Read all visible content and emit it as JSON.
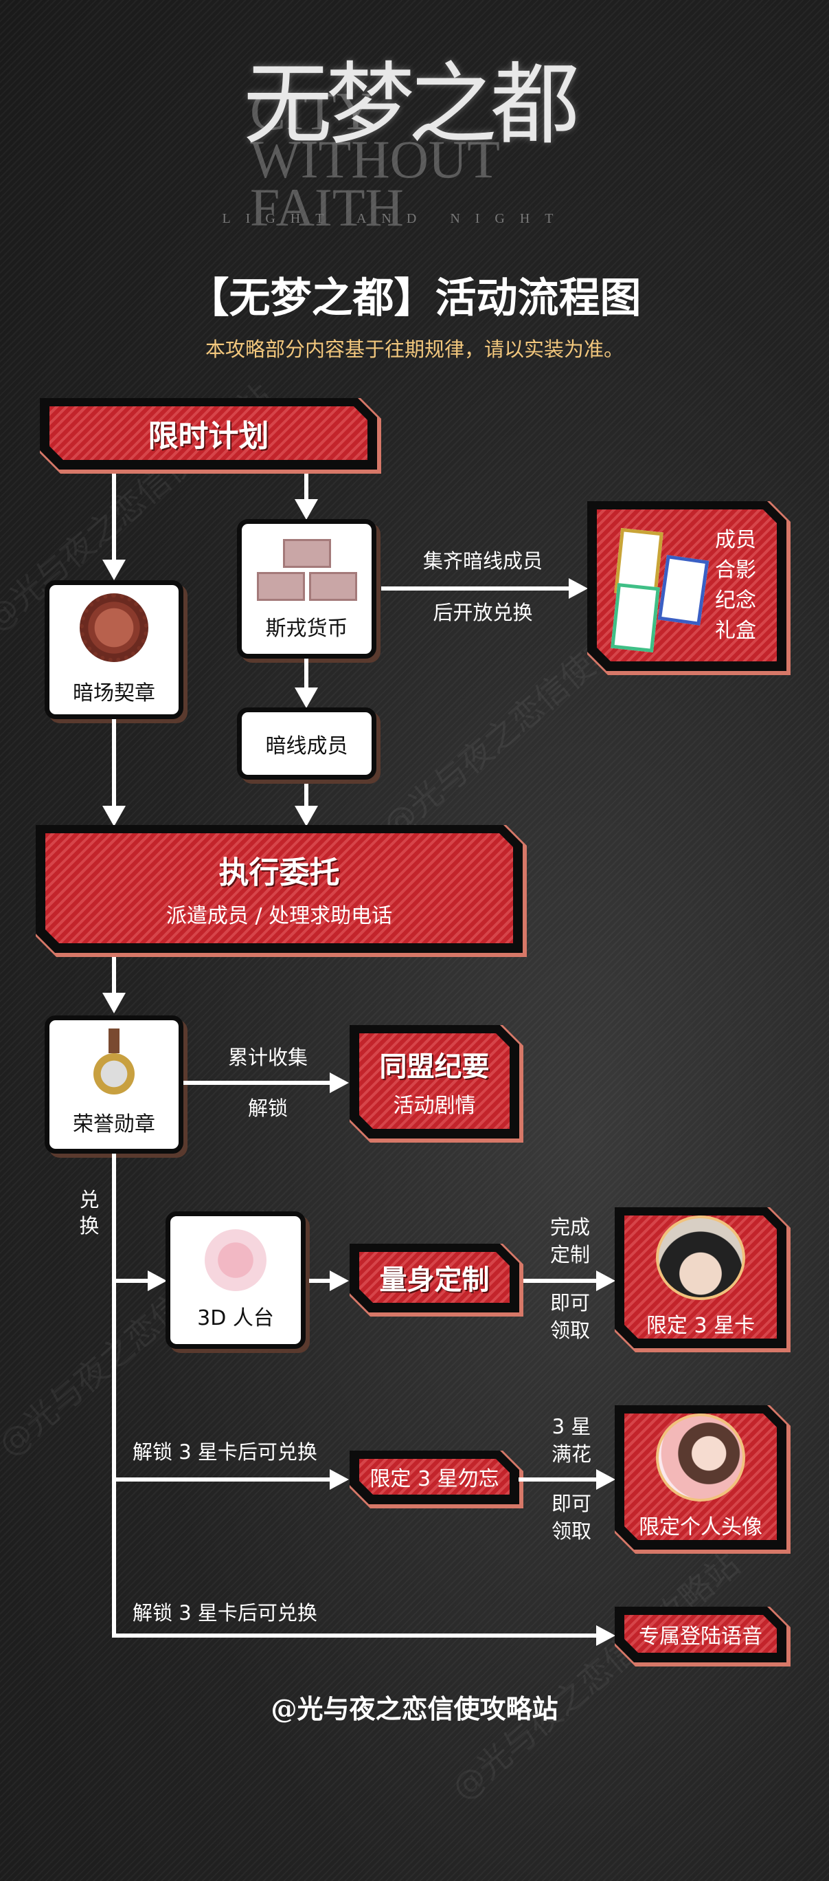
{
  "logo": {
    "cn": "无梦之都",
    "en": "CITY WITHOUT FAITH",
    "sub": "LIGHT AND NIGHT"
  },
  "header": {
    "title": "【无梦之都】活动流程图",
    "subtitle": "本攻略部分内容基于往期规律，请以实装为准。"
  },
  "nodes": {
    "plan": "限时计划",
    "badge": "暗场契章",
    "currency": "斯戎货币",
    "members": "暗线成员",
    "giftbox": [
      "成员",
      "合影",
      "纪念",
      "礼盒"
    ],
    "commission": {
      "title": "执行委托",
      "sub": "派遣成员 / 处理求助电话"
    },
    "medal": "荣誉勋章",
    "alliance": {
      "title": "同盟纪要",
      "sub": "活动剧情"
    },
    "mannequin": "3D 人台",
    "tailor": "量身定制",
    "card": "限定 3 星卡",
    "forget": "限定 3 星勿忘",
    "avatar": "限定个人头像",
    "voice": "专属登陆语音"
  },
  "edges": {
    "collect_top": "集齐暗线成员",
    "collect_bottom": "后开放兑换",
    "accum_top": "累计收集",
    "accum_bottom": "解锁",
    "exchange": [
      "兑",
      "换"
    ],
    "done_top": [
      "完成",
      "定制"
    ],
    "done_bottom": [
      "即可",
      "领取"
    ],
    "unlock1": "解锁 3 星卡后可兑换",
    "bloom_top": [
      "3 星",
      "满花"
    ],
    "bloom_bottom": [
      "即可",
      "领取"
    ],
    "unlock2": "解锁 3 星卡后可兑换"
  },
  "footer": "@光与夜之恋信使攻略站",
  "watermark": "@光与夜之恋信使攻略站"
}
